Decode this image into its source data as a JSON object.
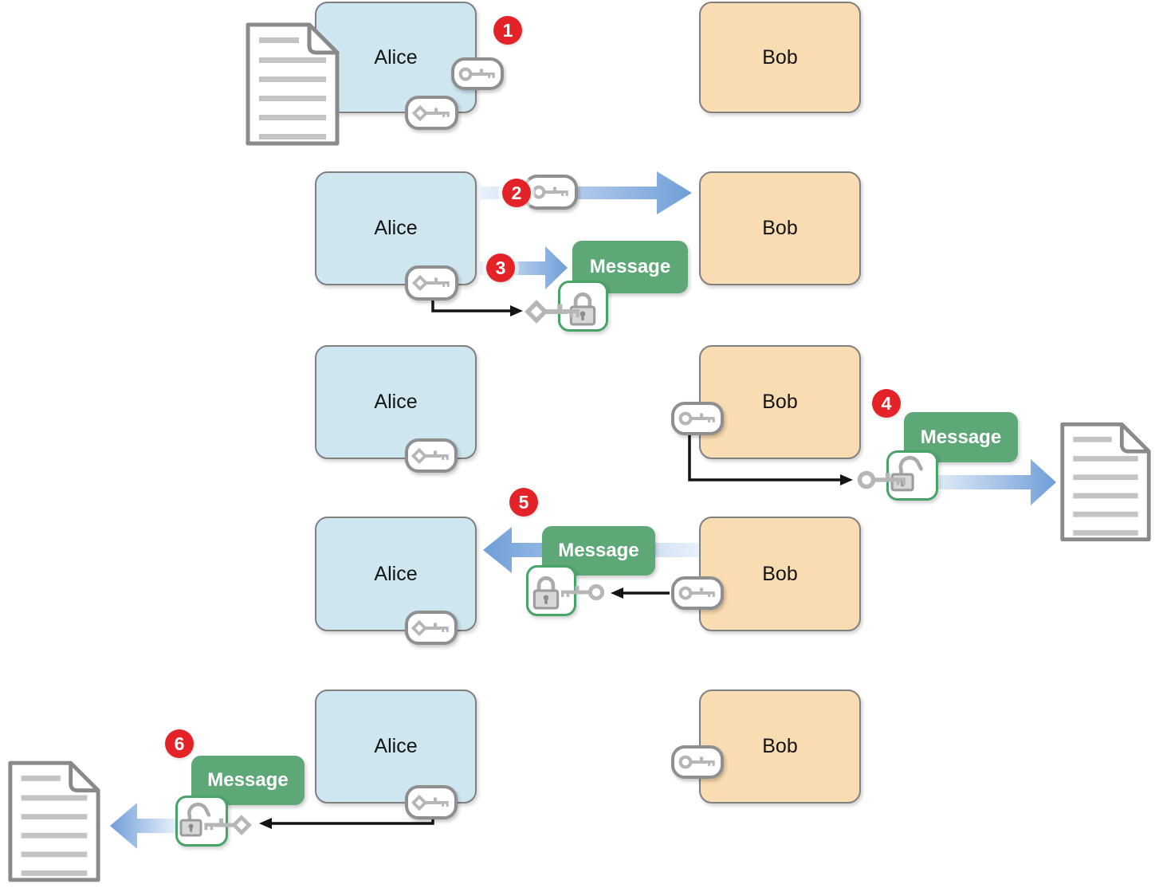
{
  "palette": {
    "alice_fill": "#cde6f0",
    "bob_fill": "#fadcb2",
    "box_border": "#808080",
    "message_fill": "#5ea877",
    "message_text": "#ffffff",
    "badge_fill": "#e42329",
    "badge_text": "#ffffff",
    "arrow_blue": "#6f9ed8",
    "arrow_blue_light": "#eaf2fa",
    "black_arrow": "#141414",
    "lockbox_border": "#48a367",
    "pill_border": "#8f8f8f",
    "key_gray": "#b6b6b6",
    "lock_body": "#d7d7d7",
    "lock_border": "#9c9c9c",
    "lock_shackle": "#ababab",
    "lock_keyhole": "#8d8d8d",
    "doc_border": "#8a8a8a",
    "doc_line": "#c3c3c3"
  },
  "actors": {
    "alice": "Alice",
    "bob": "Bob"
  },
  "message": {
    "label": "Message"
  },
  "badges": [
    "1",
    "2",
    "3",
    "4",
    "5",
    "6"
  ],
  "icons": {
    "public_key": "round-head key",
    "private_key": "diamond-head key",
    "padlock_closed": "closed padlock (encrypted)",
    "padlock_open": "open padlock (decrypted)",
    "document": "document with text lines"
  }
}
